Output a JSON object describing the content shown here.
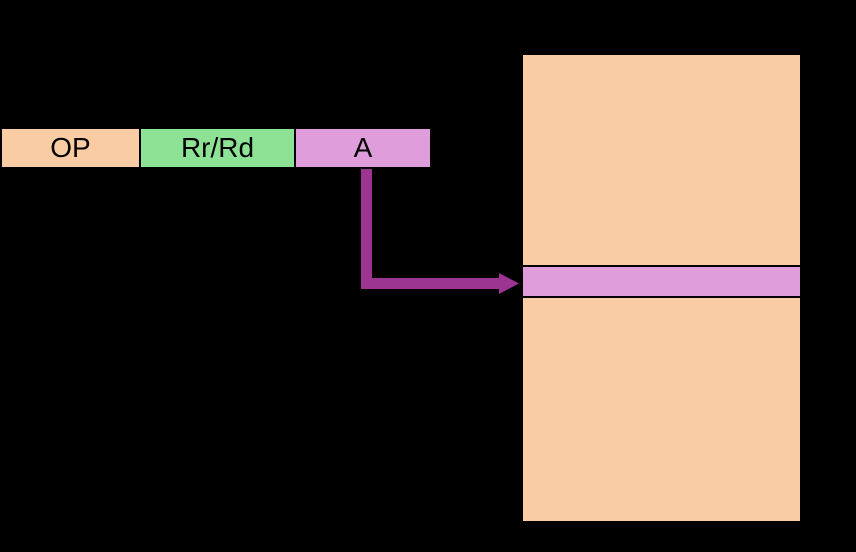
{
  "colors": {
    "background": "#000000",
    "border": "#000000",
    "field_op": "#F9CCA3",
    "field_reg": "#8EE295",
    "field_addr": "#DF9EDB",
    "memory_cell": "#F9CCA3",
    "memory_highlight": "#DF9EDB",
    "arrow": "#9C3492",
    "label_text": "#000000"
  },
  "instruction": {
    "fields": [
      {
        "label": "OP"
      },
      {
        "label": "Rr/Rd"
      },
      {
        "label": "A"
      }
    ]
  }
}
